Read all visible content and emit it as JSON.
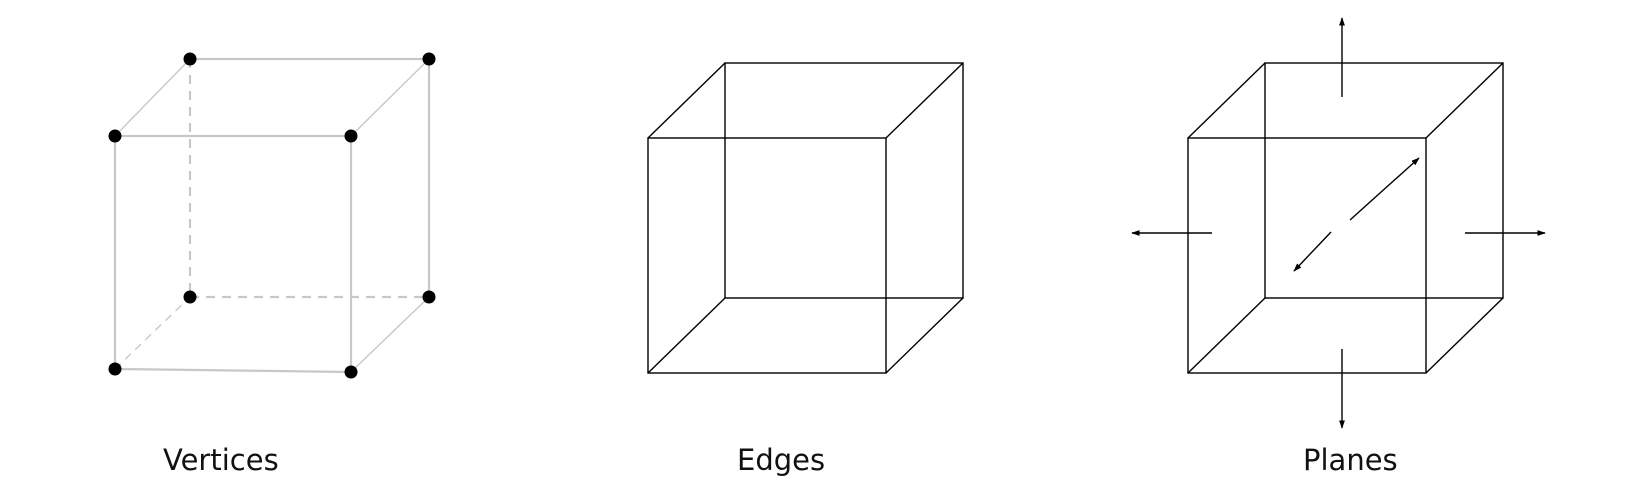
{
  "panels": {
    "vertices": {
      "label": "Vertices",
      "edge_color": "#c8c8c8",
      "dot_color": "#000000"
    },
    "edges": {
      "label": "Edges",
      "edge_color": "#000000"
    },
    "planes": {
      "label": "Planes",
      "edge_color": "#000000",
      "arrow_color": "#000000"
    }
  }
}
